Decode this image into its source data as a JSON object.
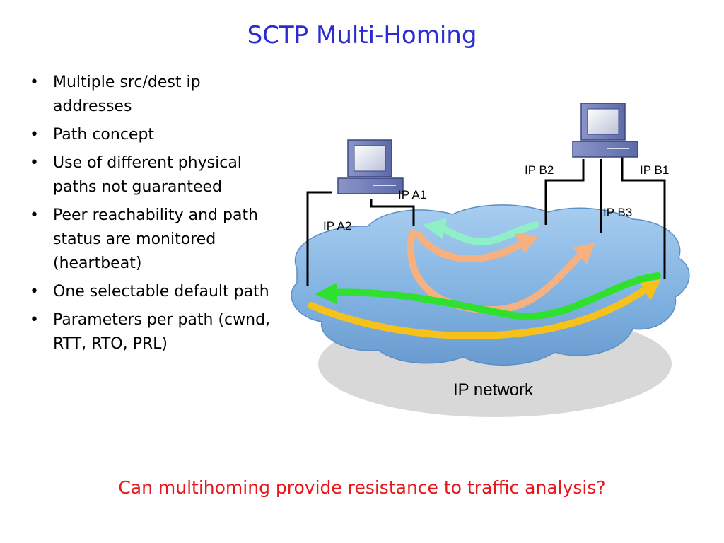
{
  "slide": {
    "title": "SCTP Multi-Homing",
    "bullets": [
      "Multiple src/dest ip addresses",
      "Path concept",
      "Use of different physical paths not guaranteed",
      "Peer reachability and path status are monitored (heartbeat)",
      "One selectable default path",
      "Parameters per path (cwnd, RTT, RTO, PRL)"
    ],
    "question": "Can multihoming provide resistance to traffic analysis?"
  },
  "diagram": {
    "network_label": "IP network",
    "interfaces": {
      "a1": "IP A1",
      "a2": "IP A2",
      "b1": "IP B1",
      "b2": "IP B2",
      "b3": "IP B3"
    },
    "colors": {
      "cloud": "#7fb1e0",
      "cloud_edge": "#5a8fc8",
      "path_orange": "#f7b07f",
      "path_green": "#2fe02f",
      "path_mint": "#8ff0c8",
      "path_yellow": "#f5c11a"
    }
  }
}
